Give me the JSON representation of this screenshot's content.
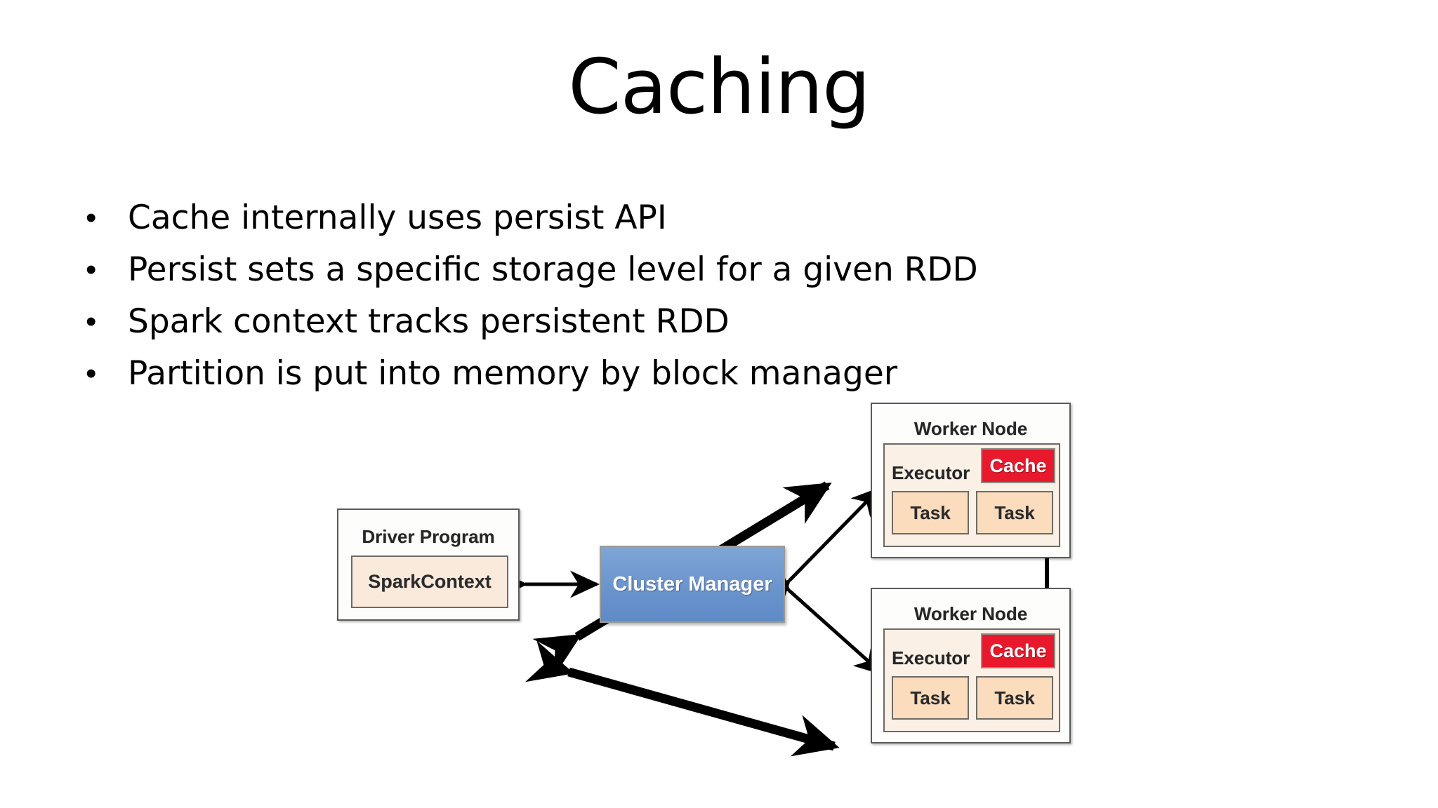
{
  "slide": {
    "title": "Caching",
    "bullet_marker": "•",
    "bullets": [
      "Cache internally uses persist API",
      "Persist sets a specific storage level for a given RDD",
      "Spark context tracks persistent RDD",
      "Partition is put into memory by block manager"
    ]
  },
  "diagram": {
    "driver_program": {
      "title": "Driver Program",
      "sparkcontext": "SparkContext"
    },
    "cluster_manager": {
      "label": "Cluster Manager"
    },
    "worker_nodes": [
      {
        "title": "Worker Node",
        "executor": "Executor",
        "cache": "Cache",
        "tasks": [
          "Task",
          "Task"
        ]
      },
      {
        "title": "Worker Node",
        "executor": "Executor",
        "cache": "Cache",
        "tasks": [
          "Task",
          "Task"
        ]
      }
    ],
    "colors": {
      "cluster_manager_fill": "#6b94cd",
      "cache_fill": "#e8192c",
      "executor_fill": "#fbf0e5",
      "task_fill": "#fbddbd",
      "sparkcontext_fill": "#faeadb",
      "box_border": "#5a5a58",
      "arrow": "#000000",
      "background": "#ffffff",
      "text": "#000000"
    }
  }
}
